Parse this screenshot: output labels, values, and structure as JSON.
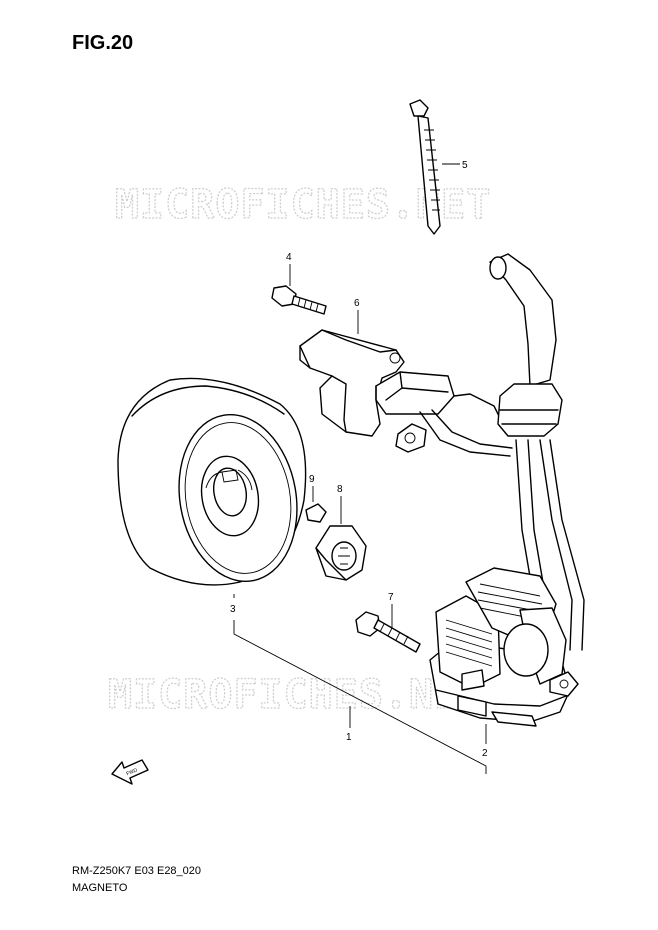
{
  "figure": {
    "title": "FIG.20",
    "code": "RM-Z250K7 E03 E28_020",
    "name": "MAGNETO"
  },
  "watermark": "MICROFICHES.NET",
  "arrow_label": "FWD",
  "callouts": [
    {
      "id": "1"
    },
    {
      "id": "2"
    },
    {
      "id": "3"
    },
    {
      "id": "4"
    },
    {
      "id": "5"
    },
    {
      "id": "6"
    },
    {
      "id": "7"
    },
    {
      "id": "8"
    },
    {
      "id": "9"
    }
  ]
}
